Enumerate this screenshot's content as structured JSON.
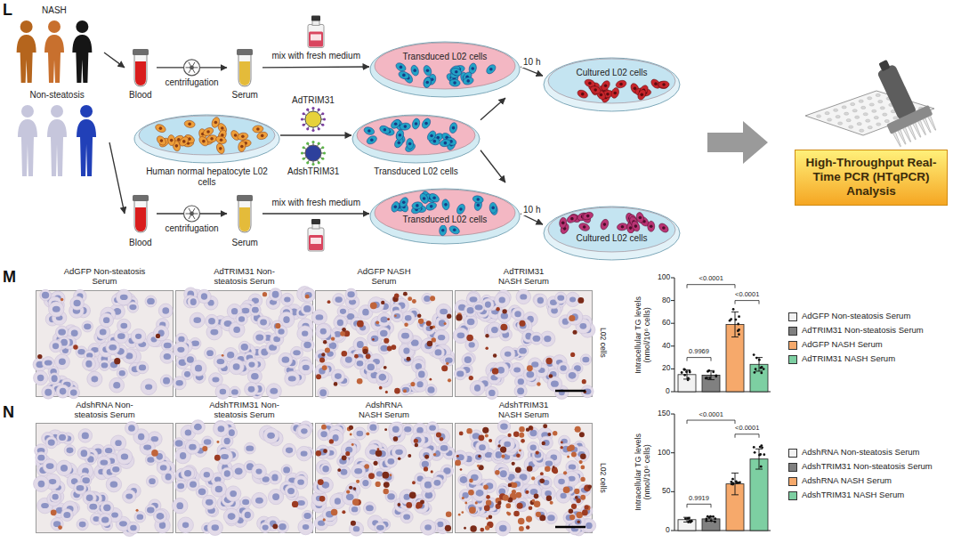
{
  "diagram": {
    "nodes": [
      {
        "text": [
          "NASH"
        ]
      },
      {
        "text": [
          "Blood"
        ]
      },
      {
        "text": [
          "Serum"
        ]
      },
      {
        "text": [
          "Transduced L02 cells"
        ]
      },
      {
        "text": [
          "Cultured L02 cells"
        ]
      },
      {
        "text": [
          "Human normal hepatocyte L02 cells"
        ]
      },
      {
        "text": [
          "AdTRIM31"
        ]
      },
      {
        "text": [
          "AdshTRIM31"
        ]
      },
      {
        "text": [
          "Transduced L02 cells"
        ]
      },
      {
        "text": [
          "Non-steatosis"
        ]
      },
      {
        "text": [
          "Blood"
        ]
      },
      {
        "text": [
          "Serum"
        ]
      },
      {
        "text": [
          "Transduced L02 cells"
        ]
      },
      {
        "text": [
          "Cultured L02 cells"
        ]
      },
      {
        "text": [
          "High-Throughput Real-Time PCR (HTqPCR) Analysis"
        ]
      },
      {
        "text": [
          "AdGFP Non-steatosis Serum"
        ]
      },
      {
        "text": [
          "AdTRIM31 Non-steatosis Serum"
        ]
      },
      {
        "text": [
          "AdGFP NASH Serum"
        ]
      },
      {
        "text": [
          "AdTRIM31 NASH Serum"
        ]
      },
      {
        "text": [
          "AdshRNA Non-steatosis Serum"
        ]
      },
      {
        "text": [
          "AdshTRIM31 Non-steatosis Serum"
        ]
      },
      {
        "text": [
          "AdshRNA NASH Serum"
        ]
      },
      {
        "text": [
          "AdshTRIM31 NASH Serum"
        ]
      }
    ],
    "edges": [
      {
        "from": 0,
        "to": 1,
        "arrow": "to"
      },
      {
        "from": 1,
        "to": 2,
        "arrow": "to",
        "label": "centrifugation"
      },
      {
        "from": 2,
        "to": 3,
        "arrow": "to",
        "label": "mix with fresh medium"
      },
      {
        "from": 3,
        "to": 4,
        "arrow": "to",
        "label": "10 h"
      },
      {
        "from": 5,
        "to": 8,
        "arrow": "to"
      },
      {
        "from": 8,
        "to": 3,
        "arrow": "to"
      },
      {
        "from": 8,
        "to": 12,
        "arrow": "to"
      },
      {
        "from": 9,
        "to": 10,
        "arrow": "to"
      },
      {
        "from": 10,
        "to": 11,
        "arrow": "to",
        "label": "centrifugation"
      },
      {
        "from": 11,
        "to": 12,
        "arrow": "to",
        "label": "mix with fresh medium"
      },
      {
        "from": 12,
        "to": 13,
        "arrow": "to",
        "label": "10 h"
      }
    ],
    "labels": [
      "L",
      "M",
      "N",
      "L02 cells",
      "L02 cells",
      "Intracellular TG levels (nmol/10⁶ cells)",
      "0",
      "20",
      "40",
      "60",
      "80",
      "100",
      "<0.0001",
      "0.9969",
      "<0.0001",
      "Intracellular TG levels (nmol/10⁶ cells)",
      "0",
      "50",
      "100",
      "150",
      "<0.0001",
      "0.9919",
      "<0.0001"
    ],
    "legend": [
      {
        "text": "AdGFP Non-steatosis Serum",
        "color": "#f2f2f2"
      },
      {
        "text": "AdTRIM31 Non-steatosis Serum",
        "color": "#808080"
      },
      {
        "text": "AdGFP NASH Serum",
        "color": "#f6a96b"
      },
      {
        "text": "AdTRIM31 NASH Serum",
        "color": "#7dcfa2"
      },
      {
        "text": "AdshRNA Non-steatosis Serum",
        "color": "#f2f2f2"
      },
      {
        "text": "AdshTRIM31 Non-steatosis Serum",
        "color": "#808080"
      },
      {
        "text": "AdshRNA NASH Serum",
        "color": "#f6a96b"
      },
      {
        "text": "AdshTRIM31 NASH Serum",
        "color": "#7dcfa2"
      }
    ]
  }
}
